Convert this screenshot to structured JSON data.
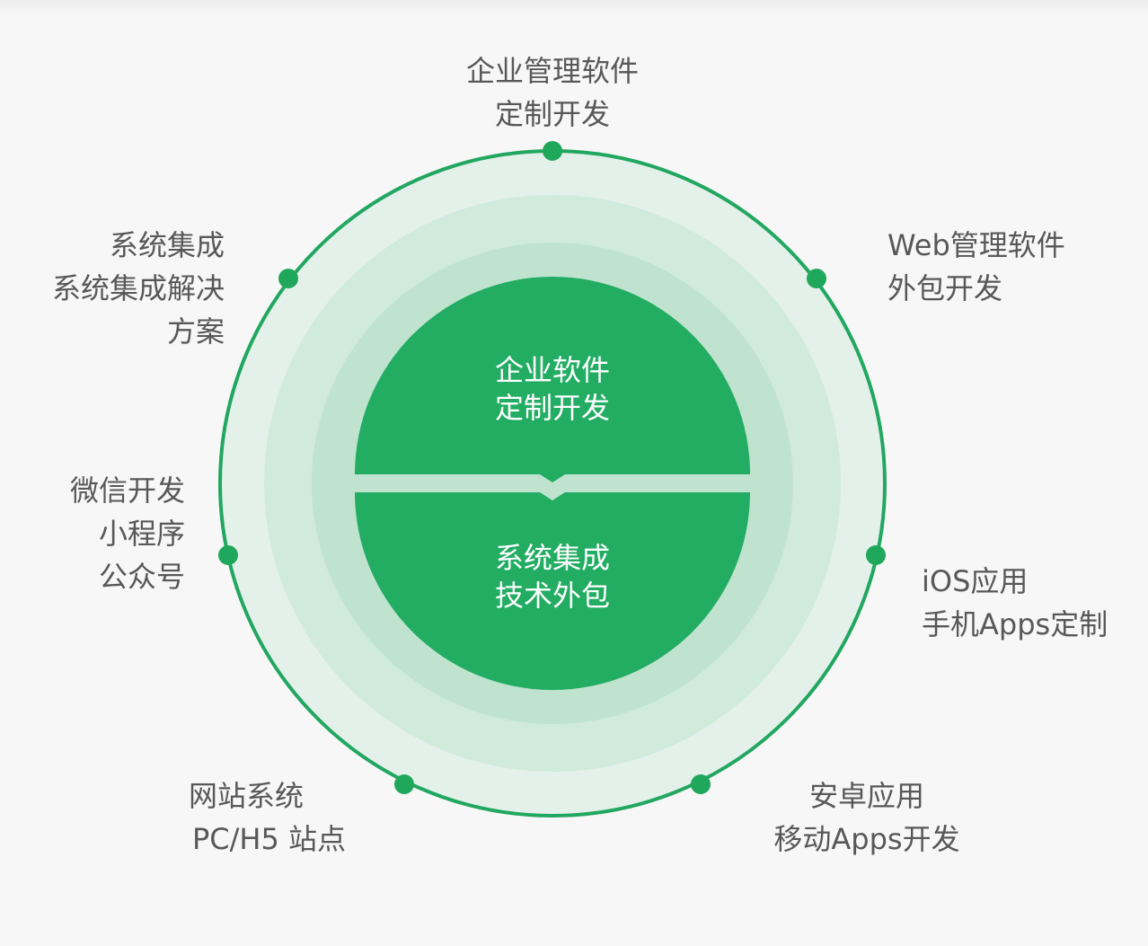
{
  "colors": {
    "background": "#f7f7f7",
    "ring_outer_fill": "#e3f1ea",
    "ring_mid_fill": "#d0eadc",
    "ring_inner_fill": "#bfe3cf",
    "core_green": "#22ad63",
    "accent_line": "#22a760",
    "dot": "#1fa75c",
    "label_text": "#585858",
    "core_text": "#ffffff"
  },
  "center": {
    "top_lines": [
      "企业软件",
      "定制开发"
    ],
    "bottom_lines": [
      "系统集成",
      "技术外包"
    ]
  },
  "labels": {
    "top": [
      "企业管理软件",
      "定制开发"
    ],
    "upper_right": [
      "Web管理软件",
      "外包开发"
    ],
    "right": [
      "iOS应用",
      "手机Apps定制"
    ],
    "lower_right": [
      "安卓应用",
      "移动Apps开发"
    ],
    "lower_left": [
      "网站系统",
      "PC/H5 站点"
    ],
    "left": [
      "微信开发",
      "小程序",
      "公众号"
    ],
    "upper_left": [
      "系统集成",
      "系统集成解决",
      "方案"
    ]
  }
}
